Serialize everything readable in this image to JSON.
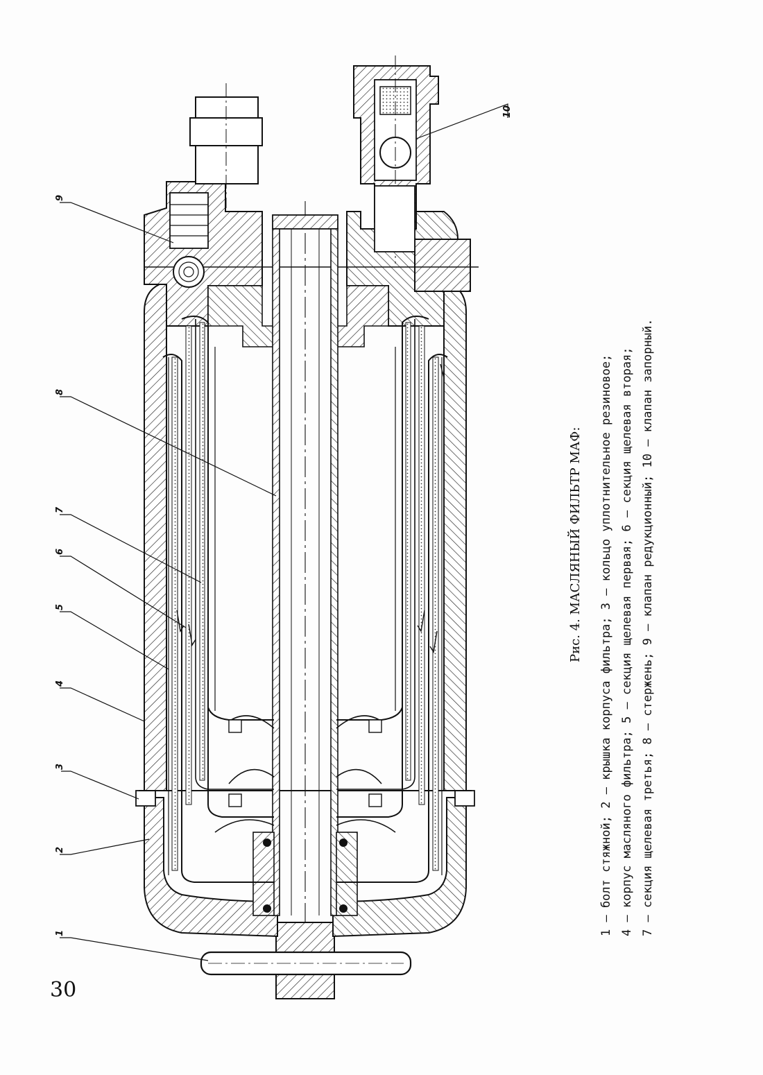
{
  "figure": {
    "title": "Рис. 4.  МАСЛЯНЫЙ ФИЛЬТР МАФ:",
    "legend_lines": [
      "1 – болт стяжной;  2 – крышка корпуса фильтра;  3 – кольцо уплотнительное резиновое;",
      "4 – корпус масляного фильтра;  5 – секция щелевая первая;  6 – секция щелевая вторая;",
      "7 – секция щелевая третья;  8 – стержень;  9 – клапан редукционный;  10 – клапан запорный."
    ],
    "callouts": [
      "1",
      "2",
      "3",
      "4",
      "5",
      "6",
      "7",
      "8",
      "9",
      "10"
    ]
  },
  "page_number": "30"
}
